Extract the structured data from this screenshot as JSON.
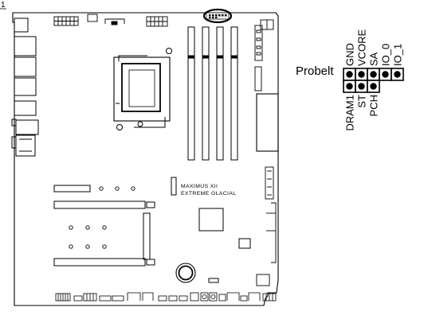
{
  "corner_marker": "1",
  "board": {
    "model_line1": "MAXIMUS XII",
    "model_line2": "EXTREME GLACIAL"
  },
  "callout": {
    "label": "Probelt",
    "top_pins": [
      "GND",
      "VCORE",
      "SA",
      "IO_0",
      "IO_1"
    ],
    "bottom_pins": [
      "DRAM1",
      "ST",
      "PCH"
    ]
  }
}
